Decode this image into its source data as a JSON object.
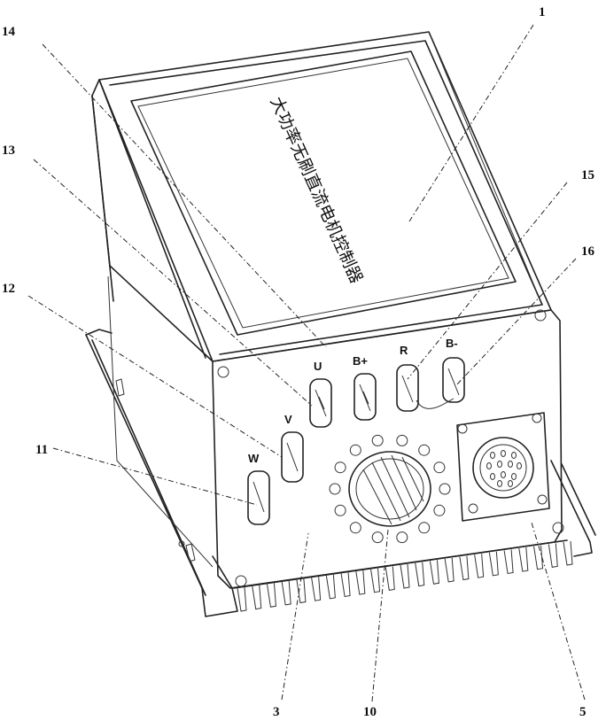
{
  "figure": {
    "nameplate_text": "大功率无刷直流电机控制器",
    "terminal_labels": {
      "u": "U",
      "b_plus": "B+",
      "r": "R",
      "b_minus": "B-",
      "v": "V",
      "w": "W"
    },
    "callouts": {
      "c1": "1",
      "c14": "14",
      "c13": "13",
      "c15": "15",
      "c16": "16",
      "c12": "12",
      "c11": "11",
      "c3": "3",
      "c10": "10",
      "c5": "5"
    }
  }
}
